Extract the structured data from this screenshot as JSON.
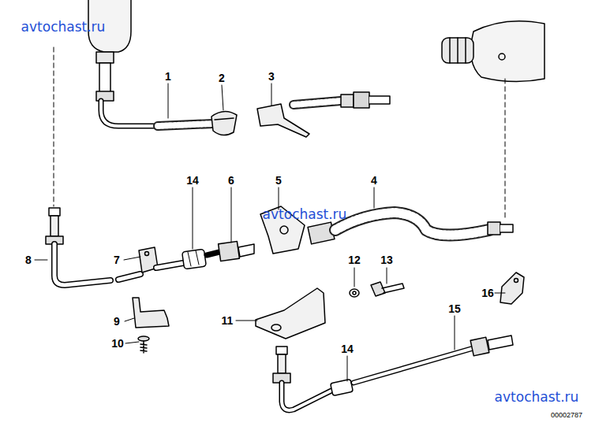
{
  "diagram": {
    "labels": [
      "avtochast.ru",
      "1",
      "2",
      "3",
      "14",
      "6",
      "5",
      "4",
      "avtochast.ru",
      "8",
      "7",
      "12",
      "13",
      "16",
      "15",
      "9",
      "11",
      "14",
      "10",
      "avtochast.ru",
      "00002787"
    ]
  }
}
